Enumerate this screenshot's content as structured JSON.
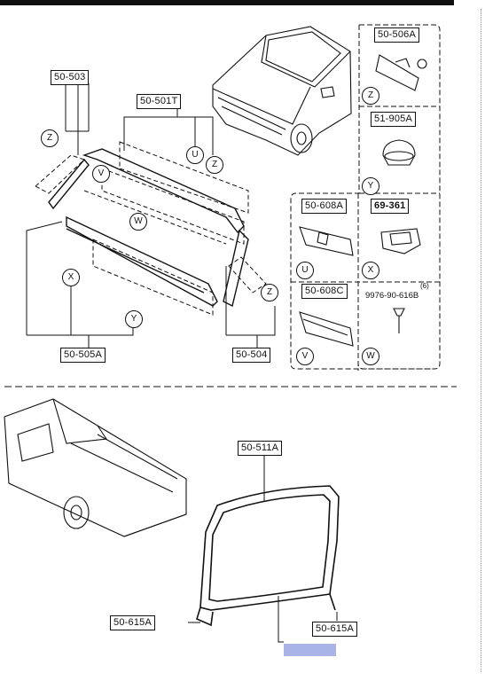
{
  "parts": {
    "p50_503": "50-503",
    "p50_501t": "50-501T",
    "p50_505a": "50-505A",
    "p50_504": "50-504",
    "p50_506a": "50-506A",
    "p51_905a": "51-905A",
    "p50_608a": "50-608A",
    "p69_361": "69-361",
    "p50_608c": "50-608C",
    "p9976": "9976-90-616B",
    "p9976_qty": "(6)",
    "p50_511a": "50-511A",
    "p50_615a_left": "50-615A",
    "p50_615a_right": "50-615A"
  },
  "markers": {
    "z": "Z",
    "u": "U",
    "v": "V",
    "w": "W",
    "x": "X",
    "y": "Y"
  },
  "colors": {
    "line": "#111111",
    "highlight_tag": "#a9b3e6"
  }
}
